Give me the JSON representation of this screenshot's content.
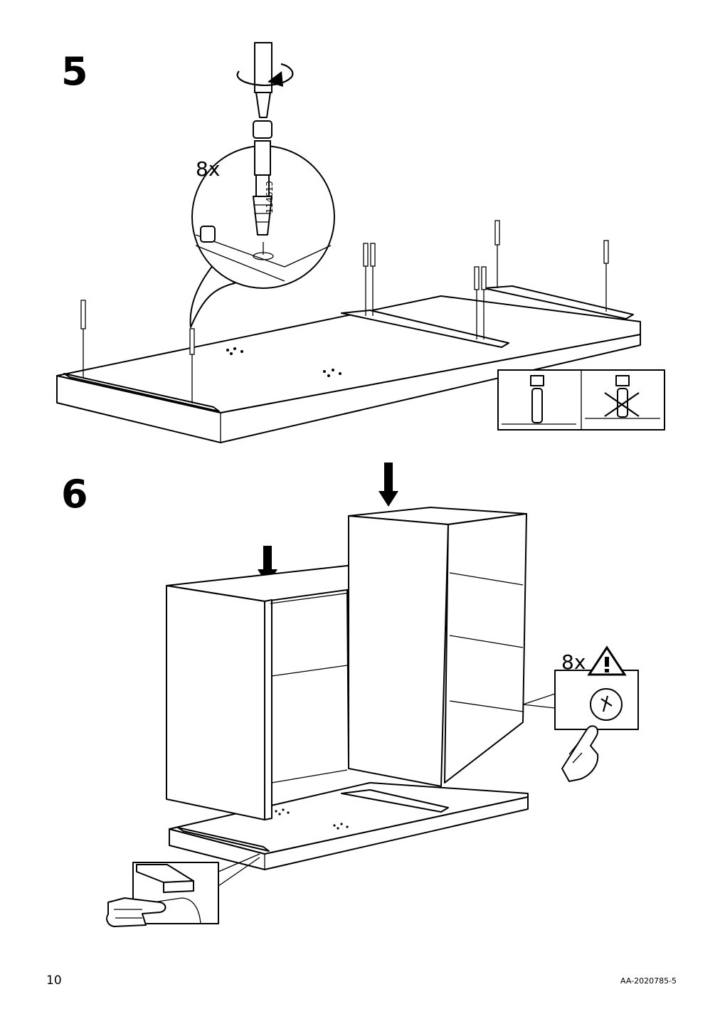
{
  "page": {
    "page_number": "10",
    "doc_code": "AA-2020785-5"
  },
  "step5": {
    "number": "5",
    "quantity": "8x",
    "part_number": "114613"
  },
  "step6": {
    "number": "6",
    "warning_quantity": "8x"
  },
  "icons": [
    "screwdriver-rotate-icon",
    "arrow-down-icon",
    "warning-triangle-icon",
    "pointing-hand-icon",
    "correct-fit-icon",
    "incorrect-fit-icon"
  ]
}
